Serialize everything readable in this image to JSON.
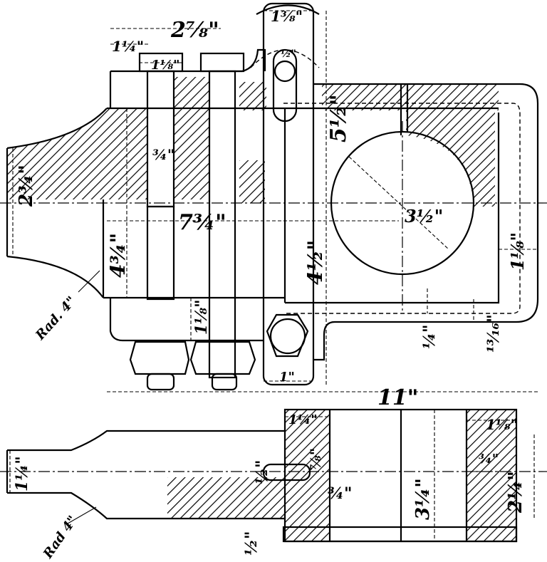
{
  "labels": {
    "d_2_7_8": "2⁷⁄₈\"",
    "d_1_1_4_top": "1¼\"",
    "d_1_1_8_top": "1⅛\"",
    "d_1_3_8": "1⅜\"",
    "d_1_2_pin": "½\"",
    "d_5_1_2": "5½\"",
    "d_2_3_4": "2¾\"",
    "d_3_4_a": "¾\"",
    "d_7_3_4": "7¾\"",
    "d_4_3_4": "4¾\"",
    "d_4_1_2": "4½\"",
    "d_3_1_2": "3½\"",
    "d_1_1_8_right": "1⅛\"",
    "d_1_1_8_bolt": "1⅛\"",
    "d_1_4": "¼\"",
    "d_13_16": "¹³⁄₁₆\"",
    "d_1_nut": "1\"",
    "d_11": "11\"",
    "rad_4_top": "Rad. 4\"",
    "d_1_1_4_bot": "1¼\"",
    "d_1_1_8_bot": "1⅛\"",
    "d_1_1_4_left": "1¼\"",
    "d_1_2_slot": "½\"",
    "d_7_8": "⅞\"",
    "d_3_4_b": "¾\"",
    "d_3_1_4": "3¼\"",
    "d_3_4_c": "¾\"",
    "d_2_1_4": "2¼\"",
    "rad_4_bot": "Rad 4\"",
    "d_1_2_bot": "½\""
  }
}
